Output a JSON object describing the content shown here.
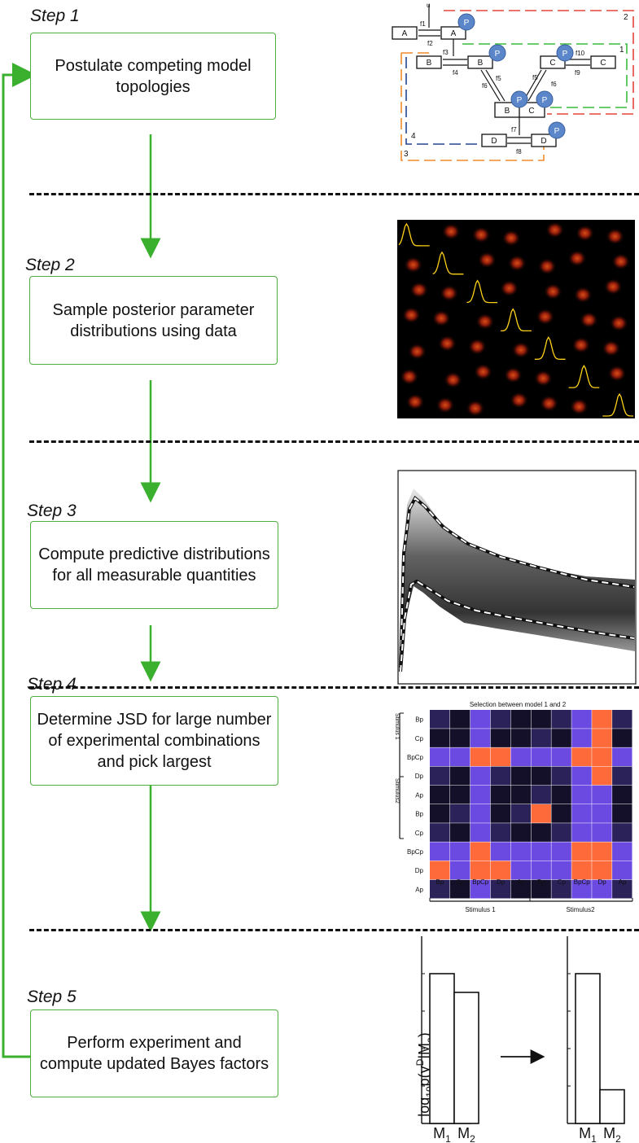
{
  "steps": [
    {
      "label": "Step 1",
      "text": "Postulate competing model topologies"
    },
    {
      "label": "Step 2",
      "text": "Sample posterior parameter distributions using data"
    },
    {
      "label": "Step 3",
      "text": "Compute predictive distributions for all measurable quantities"
    },
    {
      "label": "Step 4",
      "text": "Determine JSD for large number of experimental combinations and pick largest"
    },
    {
      "label": "Step 5",
      "text": "Perform experiment and compute updated Bayes factors"
    }
  ],
  "colors": {
    "arrow": "#3ab02e",
    "box_border": "#4cae3c"
  },
  "topology": {
    "input": "u",
    "species": [
      "A",
      "A",
      "B",
      "B",
      "C",
      "C",
      "B",
      "C",
      "D",
      "D"
    ],
    "phospho": "P",
    "fluxes": [
      "f1",
      "f2",
      "f3",
      "f4",
      "f5",
      "f6",
      "f7",
      "f8",
      "f9",
      "f10",
      "f5",
      "f6"
    ],
    "region_numbers": [
      "1",
      "2",
      "3",
      "4"
    ]
  },
  "jsd": {
    "title": "Selection between model 1 and 2",
    "row_labels": [
      "Bp",
      "Cp",
      "BpCp",
      "Dp",
      "Ap",
      "Bp",
      "Cp",
      "BpCp",
      "Dp",
      "Ap"
    ],
    "col_labels": [
      "Bp",
      "Cp",
      "BpCp",
      "Dp",
      "Ap",
      "Bp",
      "Cp",
      "BpCp",
      "Dp",
      "Ap"
    ],
    "row_groups": [
      "Stimulus 1",
      "Stimulus2"
    ],
    "col_groups": [
      "Stimulus 1",
      "Stimulus2"
    ]
  },
  "bayes": {
    "ylabel": "log10p(yD|Ma)",
    "before": [
      {
        "model": "M1",
        "value": 0.8
      },
      {
        "model": "M2",
        "value": 0.7
      }
    ],
    "after": [
      {
        "model": "M1",
        "value": 0.8
      },
      {
        "model": "M2",
        "value": 0.18
      }
    ]
  }
}
